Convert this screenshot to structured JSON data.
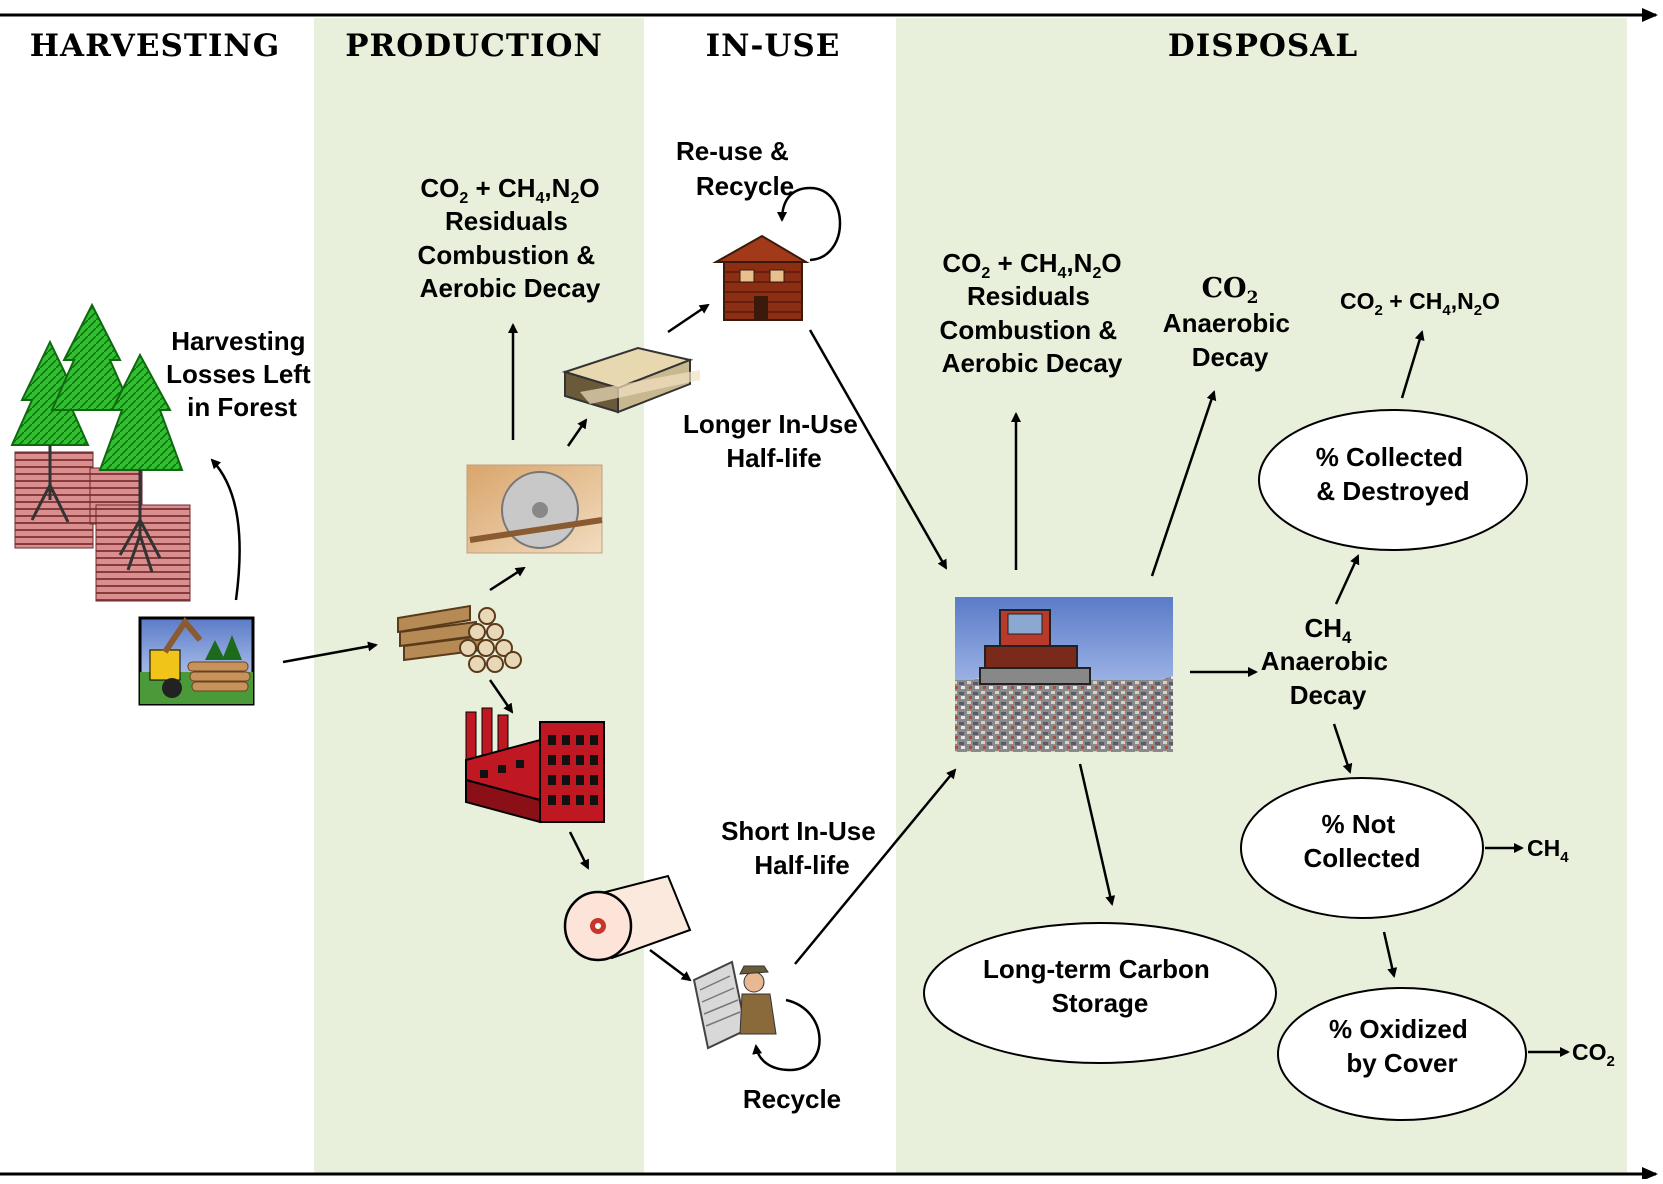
{
  "stages": {
    "harvesting": "HARVESTING",
    "production": "PRODUCTION",
    "in_use": "IN-USE",
    "disposal": "DISPOSAL"
  },
  "colors": {
    "band": "#e8f0dc",
    "tree_green": "#2fbf2f",
    "soil_red": "#c26b6b",
    "factory_red": "#c01823",
    "house_brown": "#8b2e14"
  },
  "labels": {
    "harvest_losses": [
      "Harvesting",
      "Losses Left",
      "in Forest"
    ],
    "production_emissions": [
      "Residuals",
      "Combustion &",
      "Aerobic Decay"
    ],
    "reuse": [
      "Re-use &",
      "Recycle"
    ],
    "longer_half_life": [
      "Longer In-Use",
      "Half-life"
    ],
    "short_half_life": [
      "Short In-Use",
      "Half-life"
    ],
    "recycle": "Recycle",
    "disposal_emissions": [
      "Residuals",
      "Combustion &",
      "Aerobic Decay"
    ],
    "anaerobic_co2": [
      "Anaerobic",
      "Decay"
    ],
    "ch4_anaerobic": [
      "Anaerobic",
      "Decay"
    ],
    "long_term_storage": [
      "Long-term Carbon",
      "Storage"
    ],
    "collected": [
      "% Collected",
      "& Destroyed"
    ],
    "not_collected": [
      "% Not",
      "Collected"
    ],
    "oxidized": [
      "% Oxidized",
      "by Cover"
    ]
  },
  "chem": {
    "co2": "CO",
    "ch4": "CH",
    "n2o": "N",
    "sub2": "2",
    "sub4": "4",
    "o": "O",
    "plus": " + ",
    "comma": ","
  },
  "icons": {
    "trees": "trees-icon",
    "harvester": "log-harvester-icon",
    "logs": "log-pile-icon",
    "saw": "sawmill-blade-icon",
    "lumber": "lumber-stack-icon",
    "house": "wood-house-icon",
    "factory": "paper-mill-icon",
    "paper": "paper-roll-icon",
    "reader": "newspaper-reader-icon",
    "landfill": "landfill-bulldozer-icon"
  }
}
